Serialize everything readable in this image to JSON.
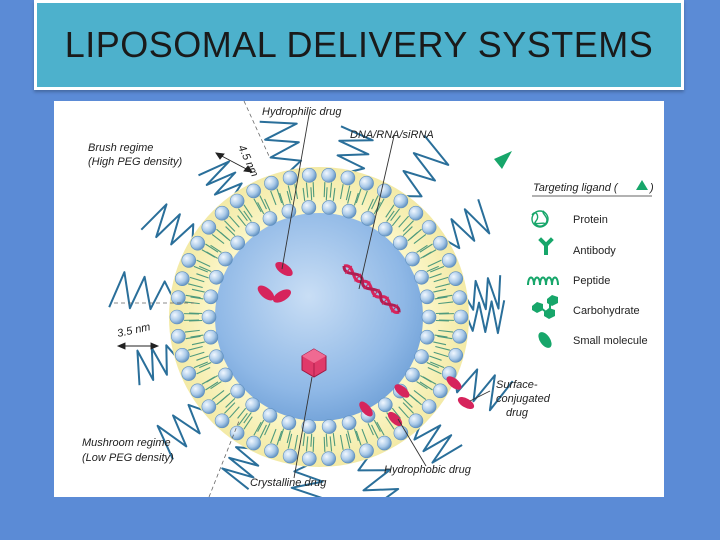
{
  "slide": {
    "title": "LIPOSOMAL DELIVERY SYSTEMS"
  },
  "diagram": {
    "labels": {
      "hydrophilic_drug": "Hydrophilic drug",
      "dna_rna": "DNA/RNA/siRNA",
      "brush_regime": "Brush regime",
      "brush_density": "(High PEG density)",
      "dim_45": "4.5 nm",
      "dim_35": "3.5 nm",
      "surface_conj_1": "Surface-",
      "surface_conj_2": "conjugated",
      "surface_conj_3": "drug",
      "mushroom_regime": "Mushroom regime",
      "mushroom_density": "(Low PEG density)",
      "crystalline_drug": "Crystalline drug",
      "hydrophobic_drug": "Hydrophobic drug"
    },
    "legend": {
      "heading_before": "Targeting ligand (",
      "heading_after": ")",
      "items": [
        "Protein",
        "Antibody",
        "Peptide",
        "Carbohydrate",
        "Small molecule"
      ]
    },
    "colors": {
      "peg": "#2a6f9a",
      "head": "#a9c9e8",
      "tail": "#4f9a7c",
      "drug": "#d6245c",
      "ligand": "#17a66a",
      "core": "#8fb8e6"
    }
  }
}
